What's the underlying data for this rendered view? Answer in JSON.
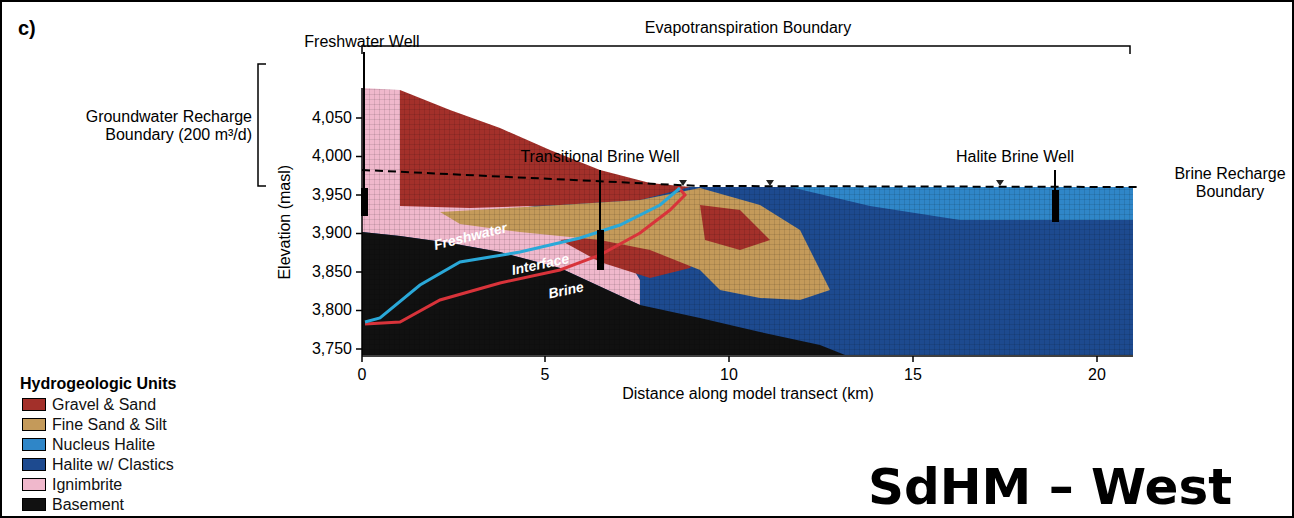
{
  "diagram": {
    "labels": [
      "c)",
      "Evapotranspiration Boundary",
      "Freshwater Well",
      "Groundwater Recharge Boundary (200 m³/d)",
      "Transitional Brine Well",
      "Halite Brine Well",
      "Brine Recharge Boundary",
      "Freshwater",
      "Interface",
      "Brine",
      "4,050",
      "4,000",
      "3,950",
      "3,900",
      "3,850",
      "3,800",
      "3,750",
      "Elevation (masl)",
      "0",
      "5",
      "10",
      "15",
      "20",
      "Distance along model transect (km)",
      "Hydrogeologic Units",
      "SdHM – West"
    ],
    "legend": [
      {
        "text": "Gravel & Sand",
        "color": "#a3302a"
      },
      {
        "text": "Fine Sand & Silt",
        "color": "#c49a5a"
      },
      {
        "text": "Nucleus Halite",
        "color": "#2f86c8"
      },
      {
        "text": "Halite w/ Clastics",
        "color": "#1d4a8f"
      },
      {
        "text": "Ignimbrite",
        "color": "#f0b8cc"
      },
      {
        "text": "Basement",
        "color": "#111111"
      }
    ]
  }
}
